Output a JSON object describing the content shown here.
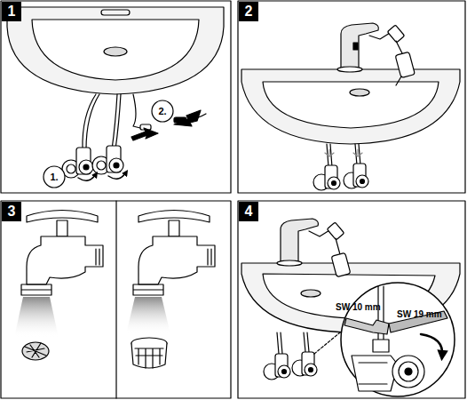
{
  "diagram": {
    "nodes": [
      {
        "text": [
          "1"
        ]
      },
      {
        "text": [
          "2"
        ]
      },
      {
        "text": [
          "3"
        ]
      },
      {
        "text": [
          "4"
        ]
      },
      {
        "text": [
          "1."
        ]
      },
      {
        "text": [
          "2."
        ]
      }
    ],
    "labels": [
      "SW 10 mm",
      "SW 19 mm"
    ]
  }
}
